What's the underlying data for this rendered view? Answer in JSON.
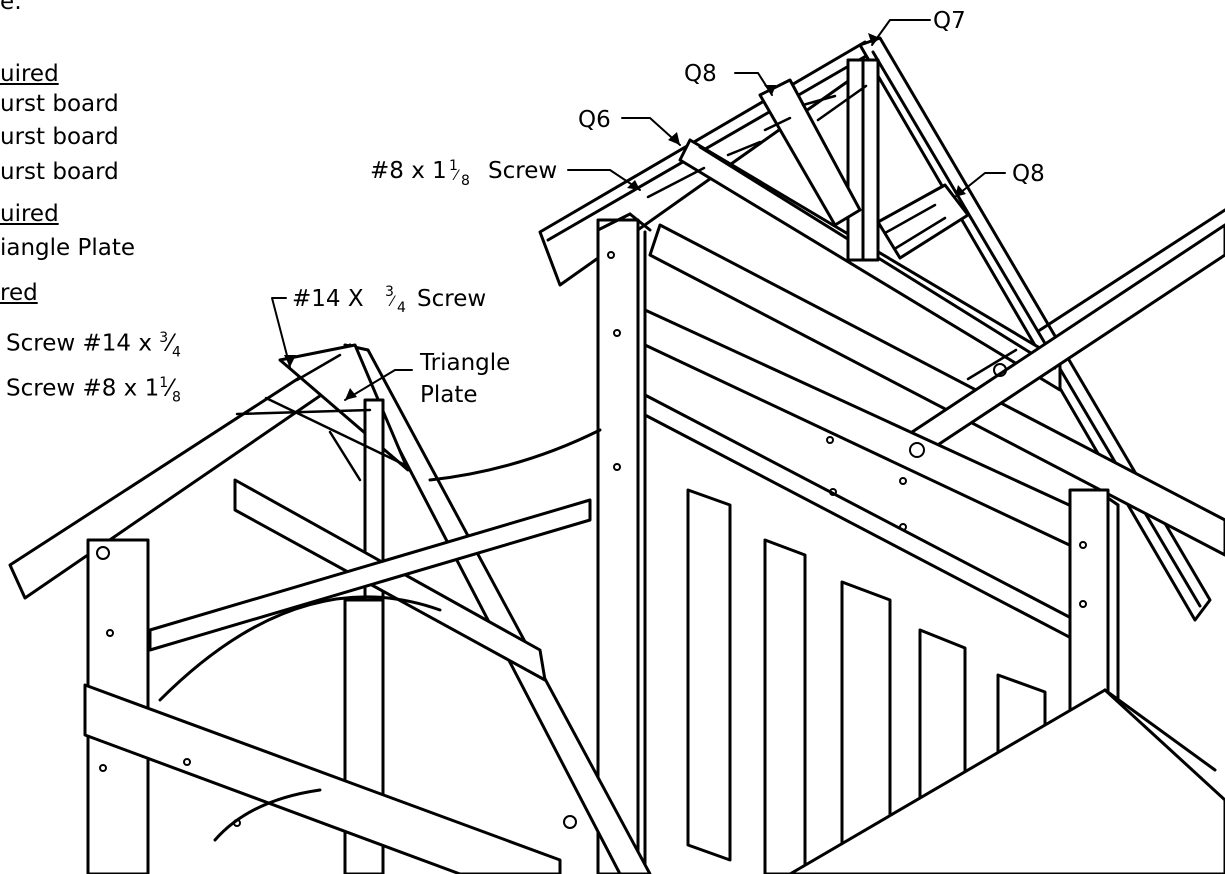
{
  "parts_list": {
    "top_fragment": "e:",
    "section1_header": "uired",
    "section1_items": [
      "urst board",
      "urst board",
      "urst board"
    ],
    "section2_header": "uired",
    "section2_items": [
      "iangle Plate"
    ],
    "section3_header": "red",
    "section3_items": [
      {
        "text": "Screw #14 x ",
        "fraction_num": "3",
        "fraction_den": "4"
      },
      {
        "text": "Screw #8 x 1",
        "fraction_num": "1",
        "fraction_den": "8"
      }
    ]
  },
  "callouts": {
    "q7": "Q7",
    "q8_top": "Q8",
    "q6": "Q6",
    "q8_right": "Q8",
    "screw8_text": "#8 x 1",
    "screw8_num": "1",
    "screw8_den": "8",
    "screw8_suffix": "Screw",
    "screw14_text": "#14 X ",
    "screw14_num": "3",
    "screw14_den": "4",
    "screw14_suffix": "Screw",
    "triangle_line1": "Triangle",
    "triangle_line2": "Plate"
  }
}
